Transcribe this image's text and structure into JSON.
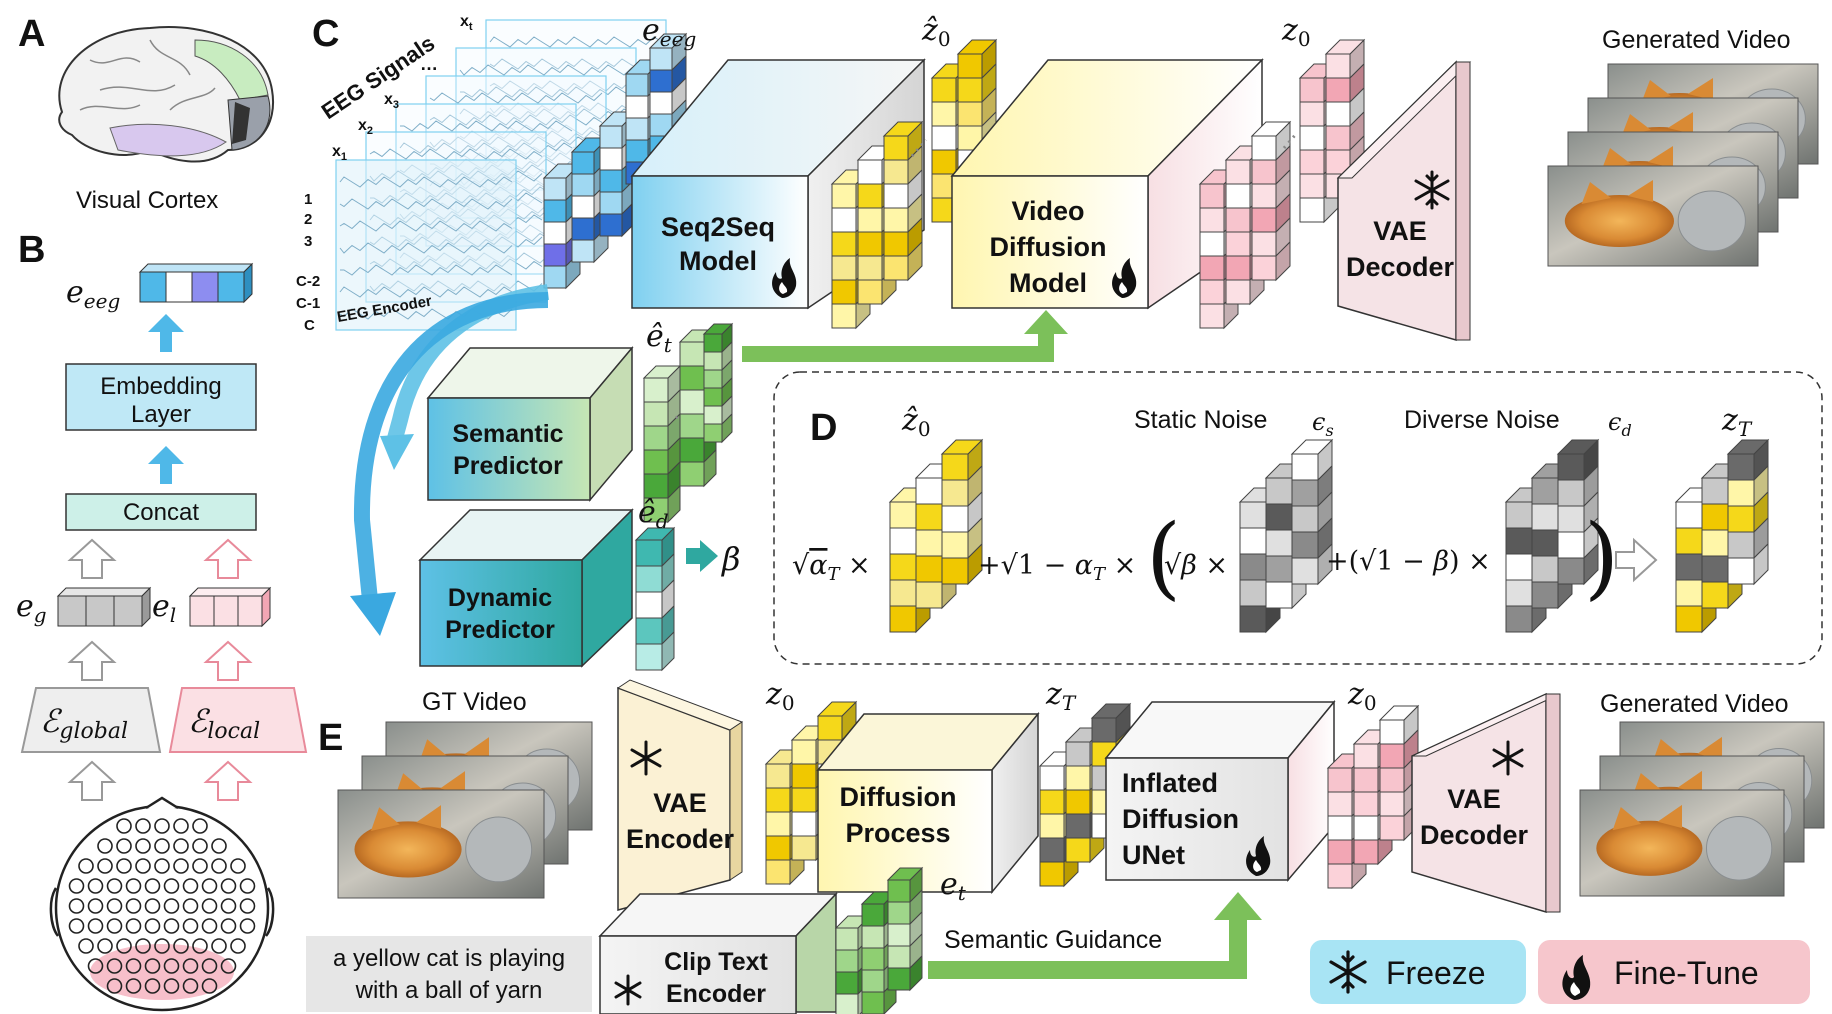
{
  "panels": {
    "a": "A",
    "b": "B",
    "c": "C",
    "d": "D",
    "e": "E"
  },
  "panelA": {
    "caption": "Visual Cortex"
  },
  "panelB": {
    "eeg_label": "e_eeg",
    "embedding_line1": "Embedding",
    "embedding_line2": "Layer",
    "concat": "Concat",
    "eg_label": "e_g",
    "el_label": "e_l",
    "global_encoder": "global",
    "local_encoder": "local"
  },
  "panelC": {
    "eeg_signals": "EEG Signals",
    "eeg_encoder": "EEG Encoder",
    "x_labels": [
      "x1",
      "x2",
      "x3",
      "...",
      "xt"
    ],
    "channel_labels": [
      "1",
      "2",
      "3",
      "C-2",
      "C-1",
      "C"
    ],
    "e_eeg": "e_eeg",
    "z0_hat": "ẑ0",
    "z0": "z0",
    "seq2seq_line1": "Seq2Seq",
    "seq2seq_line2": "Model",
    "video_diff_line1": "Video",
    "video_diff_line2": "Diffusion",
    "video_diff_line3": "Model",
    "vae_line1": "VAE",
    "vae_line2": "Decoder",
    "generated_video": "Generated Video",
    "et_hat": "ê_t",
    "ed_hat": "ê_d",
    "semantic_line1": "Semantic",
    "semantic_line2": "Predictor",
    "dynamic_line1": "Dynamic",
    "dynamic_line2": "Predictor",
    "beta": "β"
  },
  "panelD": {
    "z0_hat": "ẑ0",
    "static_noise": "Static Noise",
    "eps_s": "ϵs",
    "diverse_noise": "Diverse Noise",
    "eps_d": "ϵd",
    "zT": "zT",
    "times": "×",
    "plus": "+"
  },
  "panelE": {
    "gt_video": "GT Video",
    "z0_a": "z0",
    "zT": "zT",
    "z0_b": "z0",
    "vae_enc_line1": "VAE",
    "vae_enc_line2": "Encoder",
    "diffusion_line1": "Diffusion",
    "diffusion_line2": "Process",
    "unet_line1": "Inflated",
    "unet_line2": "Diffusion",
    "unet_line3": "UNet",
    "vae_dec_line1": "VAE",
    "vae_dec_line2": "Decoder",
    "generated_video": "Generated Video",
    "et": "e_t",
    "prompt_line1": "a yellow cat is playing",
    "prompt_line2": "with a ball of yarn",
    "clip_line1": "Clip Text",
    "clip_line2": "Encoder",
    "semantic_guidance": "Semantic Guidance"
  },
  "legend": {
    "freeze": "Freeze",
    "finetune": "Fine-Tune"
  },
  "colors": {
    "blue": "#4fb8e8",
    "blue_light": "#bfe4f6",
    "green": "#6fbf4f",
    "yellow": "#f5d81a",
    "pink": "#f2a6b4",
    "gray": "#9a9a9a",
    "teal": "#3fb8b0",
    "legend_blue": "#a8e4f4",
    "legend_pink": "#f6c6cc"
  }
}
